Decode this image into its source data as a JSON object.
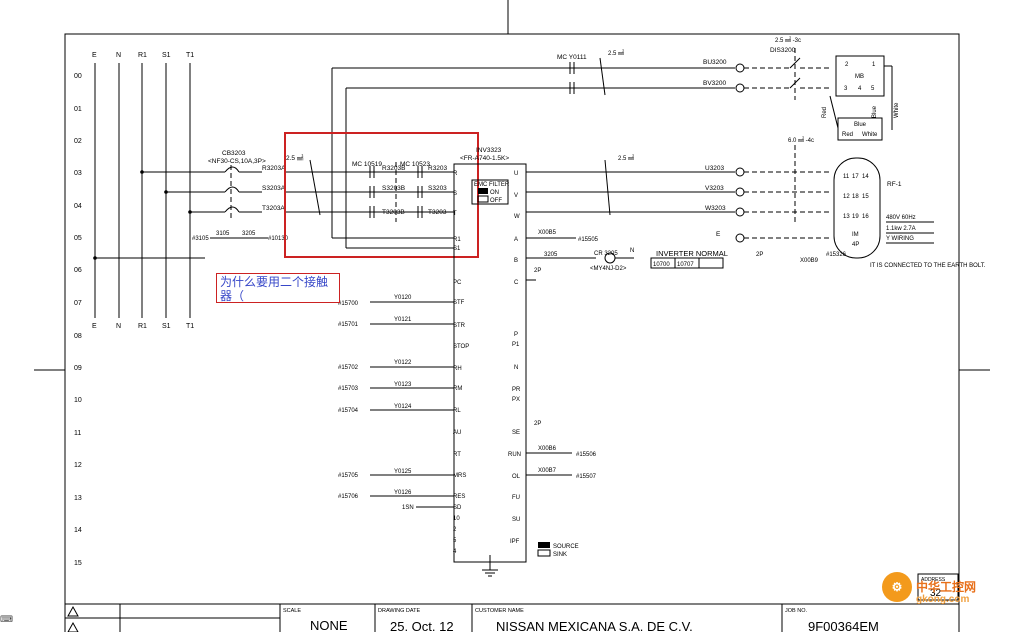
{
  "rails": [
    "E",
    "N",
    "R1",
    "S1",
    "T1"
  ],
  "rows": [
    "00",
    "01",
    "02",
    "03",
    "04",
    "05",
    "06",
    "07",
    "08",
    "09",
    "10",
    "11",
    "12",
    "13",
    "14",
    "15"
  ],
  "breaker": {
    "tag": "CB3203",
    "spec": "<NF30-CS,10A,3P>",
    "wire_size": "2.5 ㎟"
  },
  "wires_in": [
    "R3203A",
    "S3203A",
    "T3203A"
  ],
  "wires_mid": [
    "R3203B",
    "S3203B",
    "T3203B"
  ],
  "wires_out": [
    "R3203",
    "S3203",
    "T3203"
  ],
  "ground": {
    "left": "3105",
    "mid": "3105",
    "right": "3205",
    "num_in": "#3105",
    "num_out": "#10130"
  },
  "contactors": [
    "MC 10519",
    "MC 10523"
  ],
  "top_contact": "MC Y0111",
  "top_wire_size": "2.5 ㎟",
  "brake_wires": [
    "BU3200",
    "BV3200"
  ],
  "disconnect": {
    "tag": "DIS3200",
    "size": "2.5 ㎟ -3c"
  },
  "brake_motor": {
    "tag": "MB",
    "term_1": "2",
    "term_2": "1",
    "term_3": "3",
    "term_4": "4",
    "term_5": "5",
    "red": "Red",
    "blue": "Blue",
    "white": "White",
    "blue2": "Blue",
    "red2": "Red",
    "white2": "White"
  },
  "inverter": {
    "tag": "INV3323",
    "model": "<FR-A740-1.5K>",
    "emc_title": "EMC FILTER",
    "emc_on": "ON",
    "emc_off": "OFF"
  },
  "inv_left_terms": [
    "R",
    "S",
    "T",
    "R1",
    "S1",
    "PC",
    "STF",
    "STR",
    "STOP",
    "RH",
    "RM",
    "RL",
    "AU",
    "RT",
    "MRS",
    "RES",
    "SD",
    "10",
    "2",
    "5",
    "4"
  ],
  "inv_right_terms": [
    "U",
    "V",
    "W",
    "A",
    "B",
    "C",
    "P",
    "P1",
    "N",
    "PR",
    "PX",
    "SE",
    "RUN",
    "OL",
    "FU",
    "SU",
    "IPF"
  ],
  "inv_terminal_e": "E",
  "outputs": [
    "U3203",
    "V3203",
    "W3203"
  ],
  "output_wire_size": "2.5 ㎟",
  "motor_cable": "6.0 ㎟ -4c",
  "motor": {
    "tag": "RF-1",
    "t1": "11",
    "t2": "17",
    "t3": "14",
    "t4": "12",
    "t5": "18",
    "t6": "15",
    "t7": "13",
    "t8": "19",
    "t9": "16",
    "spec1": "480V  60Hz",
    "spec2": "1.1kw  2.7A",
    "spec3": "Y WIRING",
    "im": "IM",
    "poles": "4P",
    "earth_note": "IT IS CONNECTED TO THE EARTH BOLT."
  },
  "fault": {
    "node_a": "X00B5",
    "num_a": "#15505",
    "wire": "3205",
    "relay": "CR 3205",
    "relay_model": "<MY4NJ-D2>",
    "n": "N",
    "two_p": "2P"
  },
  "inverter_normal": {
    "title": "INVERTER NORMAL",
    "cells": [
      "10700",
      "10707"
    ],
    "two_p": "2P",
    "node": "X00B9",
    "num": "#15326",
    "e": "E"
  },
  "inputs": [
    {
      "num": "#15700",
      "sig": "Y0120",
      "term": "STF"
    },
    {
      "num": "#15701",
      "sig": "Y0121",
      "term": "STR"
    },
    {
      "num": "#15702",
      "sig": "Y0122",
      "term": "RH"
    },
    {
      "num": "#15703",
      "sig": "Y0123",
      "term": "RM"
    },
    {
      "num": "#15704",
      "sig": "Y0124",
      "term": "RL"
    },
    {
      "num": "#15705",
      "sig": "Y0125",
      "term": "MRS"
    },
    {
      "num": "#15706",
      "sig": "Y0126",
      "term": "RES"
    }
  ],
  "sn": "1SN",
  "outputs_status": [
    {
      "node": "X00B6",
      "num": "#15506"
    },
    {
      "node": "X00B7",
      "num": "#15507"
    }
  ],
  "two_p_se": "2P",
  "source_sink": {
    "source": "SOURCE",
    "sink": "SINK"
  },
  "annotation": "为什么要用二个接触器（",
  "title_block": {
    "scale_label": "SCALE",
    "scale": "NONE",
    "date_label": "DRAWING DATE",
    "date": "25. Oct. 12",
    "customer_label": "CUSTOMER NAME",
    "customer": "NISSAN MEXICANA S.A. DE C.V.",
    "job_label": "JOB NO.",
    "job": "9F00364EM",
    "address": "ADDRESS",
    "address_no": "32"
  },
  "watermark": {
    "cn": "中华工控网",
    "url": "gkong.com"
  }
}
